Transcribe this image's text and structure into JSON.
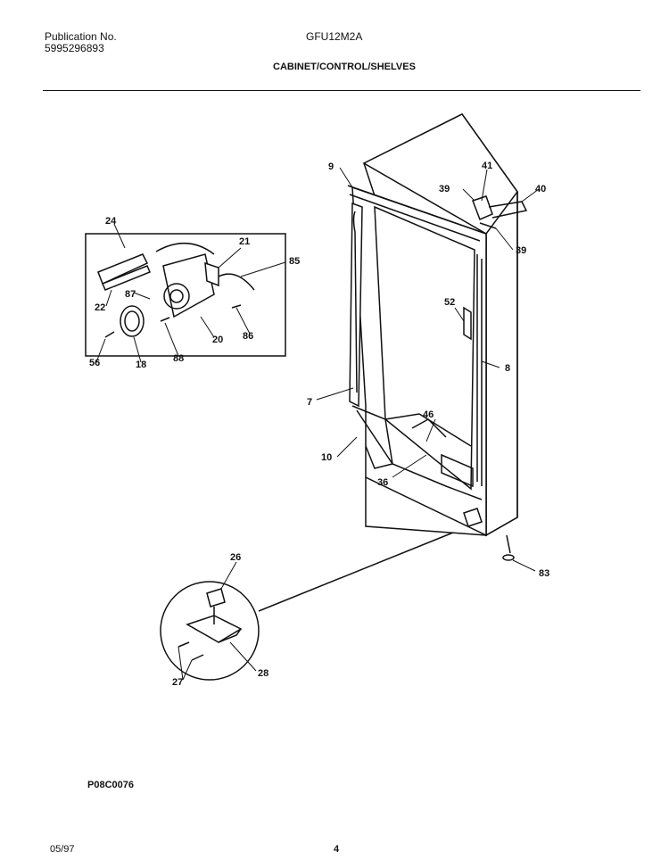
{
  "header": {
    "publication_label": "Publication No.",
    "publication_number": "5995296893",
    "model": "GFU12M2A",
    "section_title": "CABINET/CONTROL/SHELVES"
  },
  "diagram": {
    "part_labels": [
      "9",
      "41",
      "39",
      "40",
      "39",
      "24",
      "21",
      "85",
      "87",
      "22",
      "20",
      "86",
      "56",
      "18",
      "88",
      "52",
      "8",
      "7",
      "46",
      "10",
      "36",
      "26",
      "28",
      "27",
      "83"
    ]
  },
  "footer": {
    "figure_code": "P08C0076",
    "date": "05/97",
    "page_number": "4"
  }
}
